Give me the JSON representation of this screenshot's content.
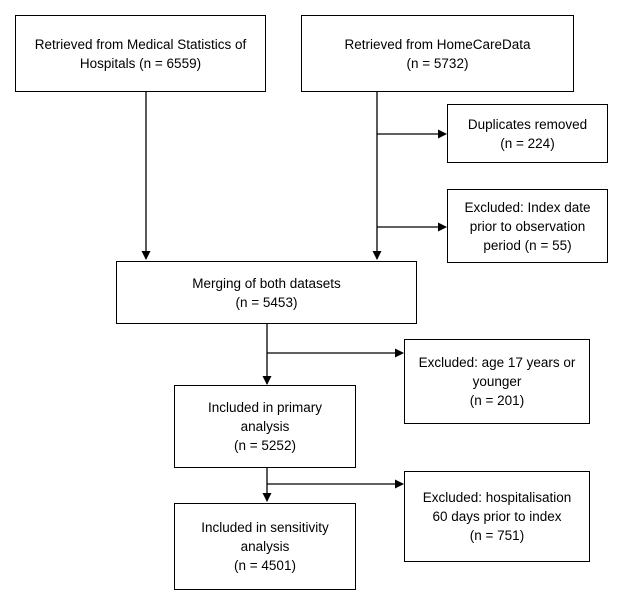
{
  "boxes": {
    "medical": [
      "Retrieved from Medical Statistics of",
      "Hospitals (n = 6559)"
    ],
    "homecare": [
      "Retrieved from HomeCareData",
      "(n = 5732)"
    ],
    "duplicates": [
      "Duplicates removed",
      "(n = 224)"
    ],
    "excluded_index": [
      "Excluded: Index date",
      "prior to observation",
      "period (n = 55)"
    ],
    "merging": [
      "Merging of both datasets",
      "(n = 5453)"
    ],
    "excluded_age": [
      "Excluded: age 17 years or",
      "younger",
      "(n = 201)"
    ],
    "primary": [
      "Included in primary",
      "analysis",
      "(n = 5252)"
    ],
    "excluded_hosp": [
      "Excluded: hospitalisation",
      "60 days prior to index",
      "(n = 751)"
    ],
    "sensitivity": [
      "Included in sensitivity",
      "analysis",
      "(n = 4501)"
    ]
  }
}
